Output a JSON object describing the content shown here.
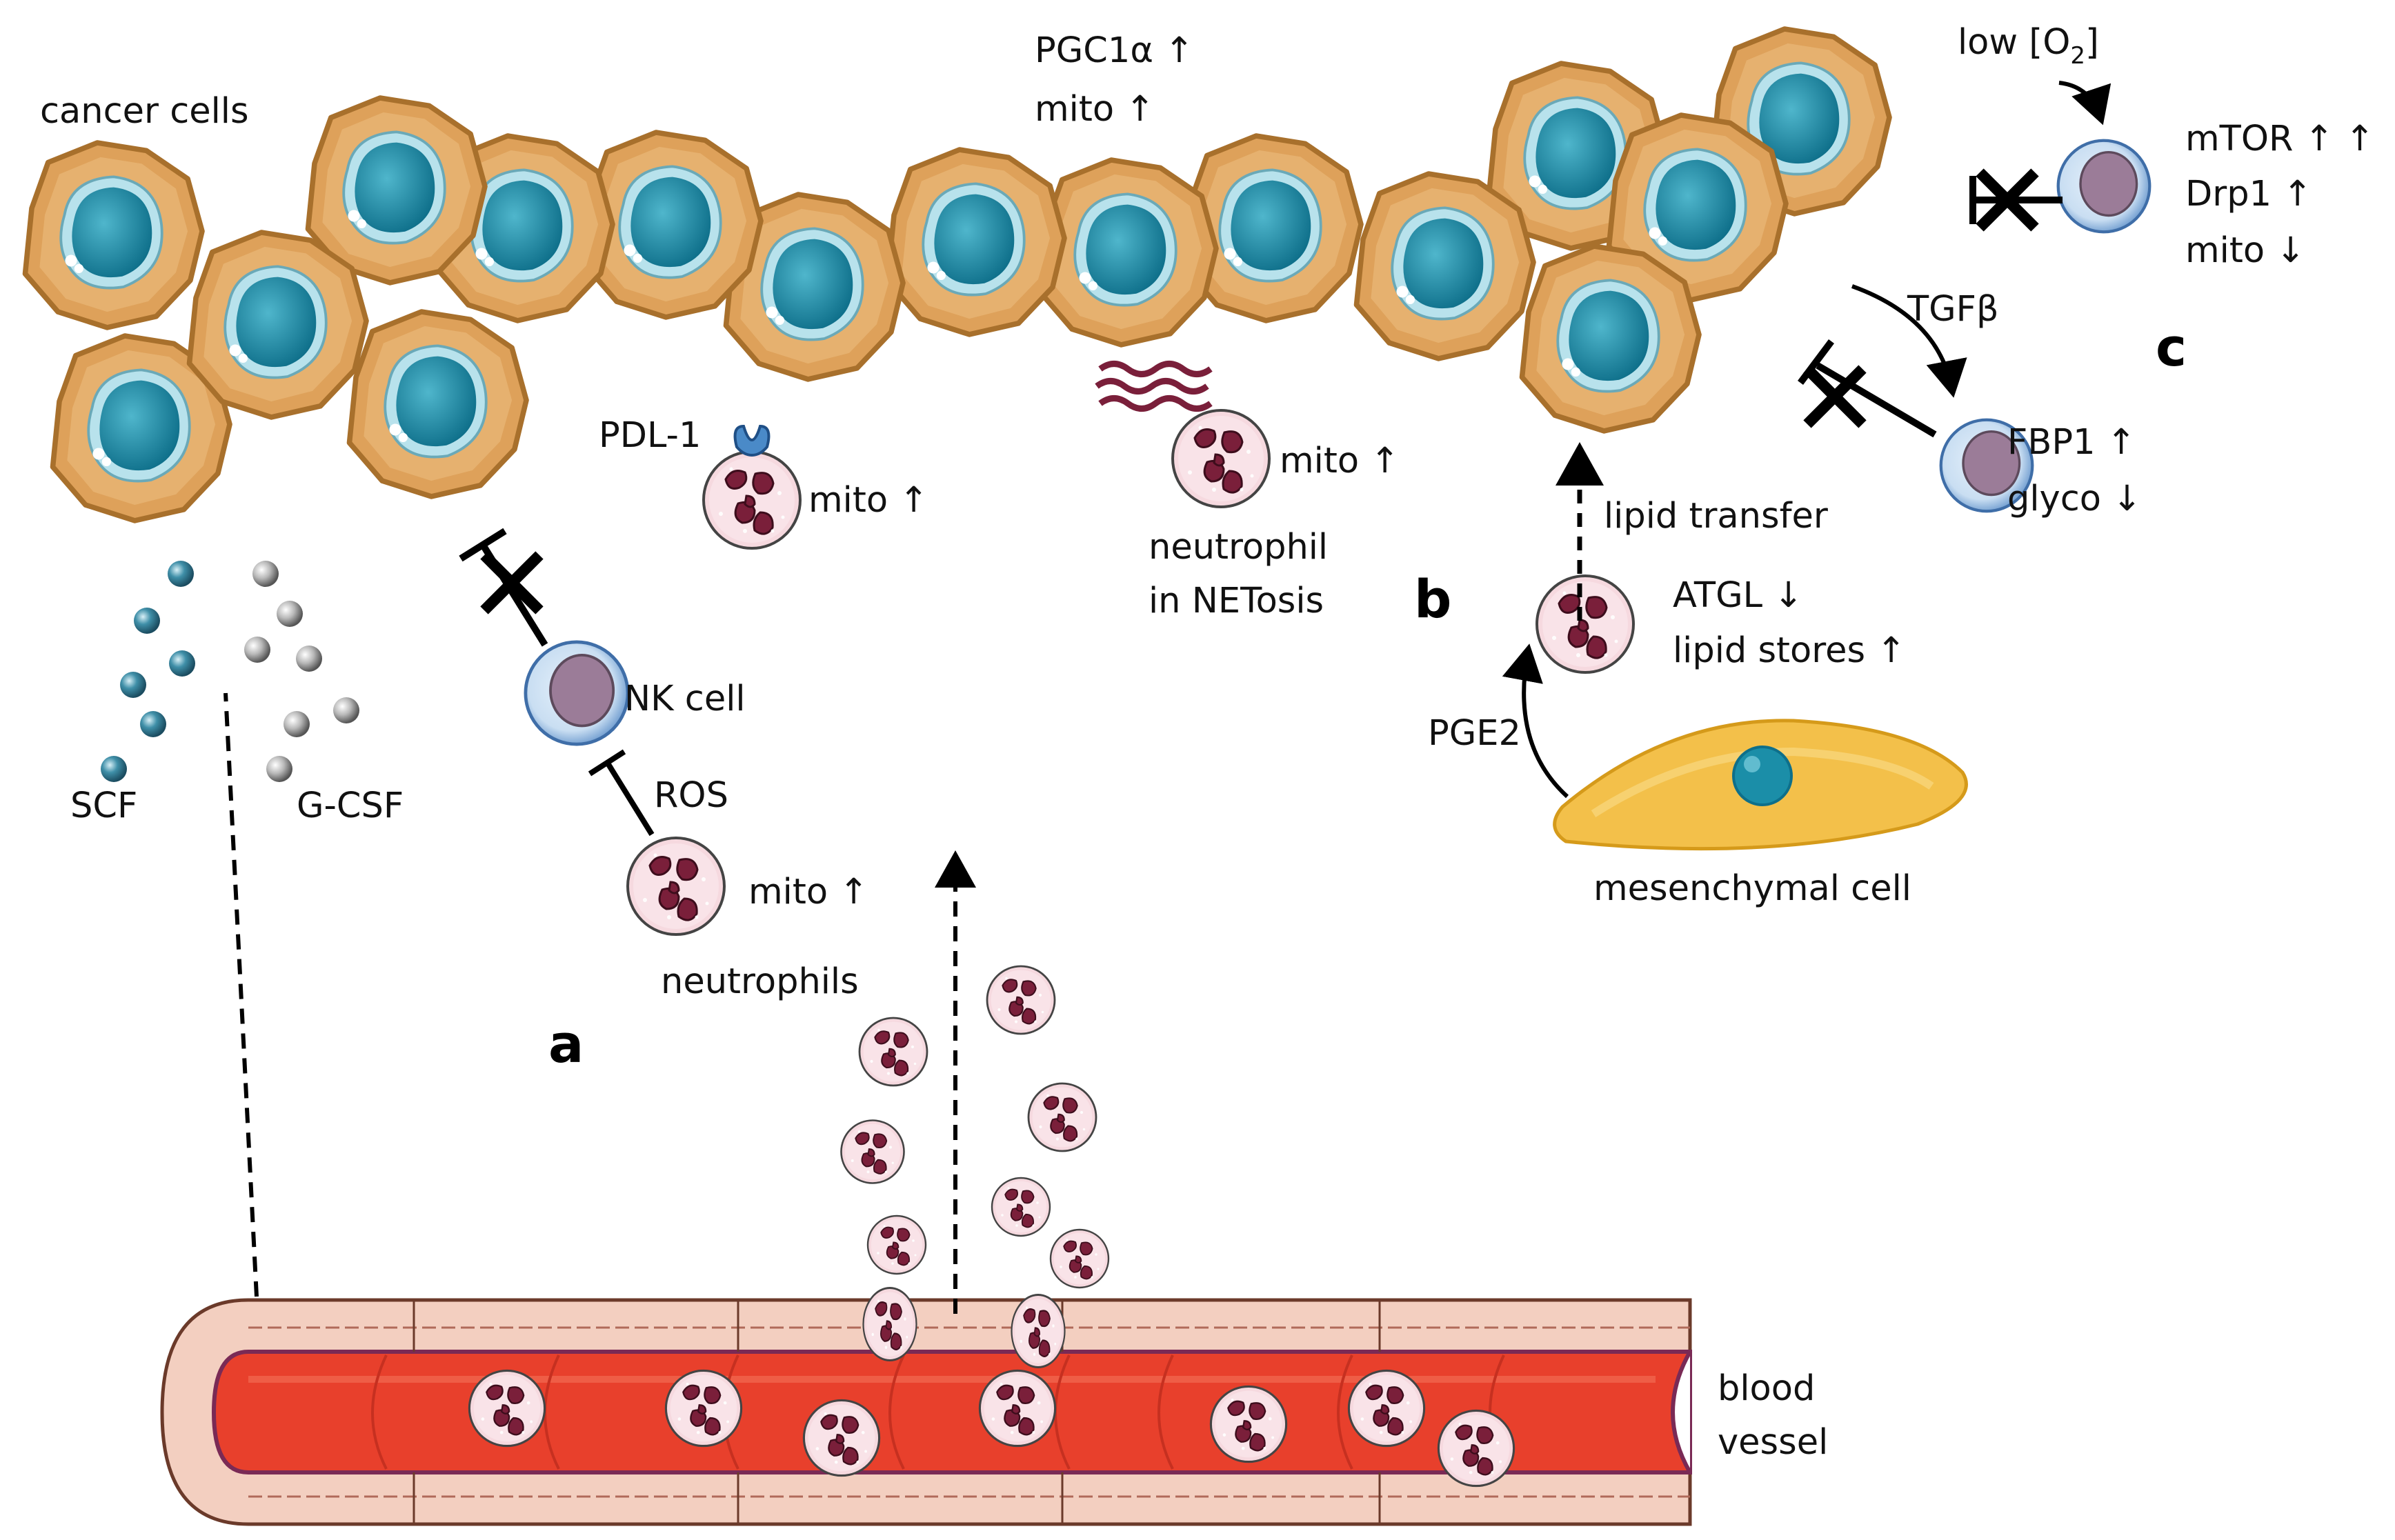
{
  "labels": {
    "cancer_cells": "cancer cells",
    "scf": "SCF",
    "gcsf": "G-CSF",
    "pdl1": "PDL-1",
    "mito_up_pdl1": "mito ↑",
    "pgc1a": "PGC1α ↑",
    "mito_up_top": "mito ↑",
    "mito_up_net": "mito ↑",
    "neutrophil": "neutrophil",
    "in_netosis": "in NETosis",
    "nk_cell": "NK cell",
    "ros": "ROS",
    "mito_up_ros": "mito ↑",
    "neutrophils": "neutrophils",
    "lipid_transfer": "lipid transfer",
    "atgl": "ATGL ↓",
    "lipid_stores": "lipid stores ↑",
    "pge2": "PGE2",
    "mesenchymal": "mesenchymal cell",
    "low_o2_prefix": "low [O",
    "low_o2_sub": "2",
    "low_o2_suffix": "]",
    "mtor": "mTOR ↑ ↑",
    "drp1": "Drp1 ↑",
    "mito_down": "mito ↓",
    "tgfb": "TGFβ",
    "fbp1": "FBP1 ↑",
    "glyco": "glyco ↓",
    "blood": "blood",
    "vessel": "vessel"
  },
  "panels": {
    "a": "a",
    "b": "b",
    "c": "c"
  },
  "colors": {
    "cancer_cell_body": "#dea15a",
    "cancer_cell_edge": "#b87a30",
    "nucleus": "#1b8ea8",
    "neutrophil_body": "#f6d9df",
    "neutrophil_nucleus": "#7a1f3a",
    "nk_cell_outer": "#8ab8e0",
    "nk_cell_nucleus": "#9b7c98",
    "mesenchymal": "#f3c04a",
    "vessel_lumen": "#e8402c",
    "vessel_wall": "#f3cfc0",
    "net_strands": "#7a1f3a"
  }
}
